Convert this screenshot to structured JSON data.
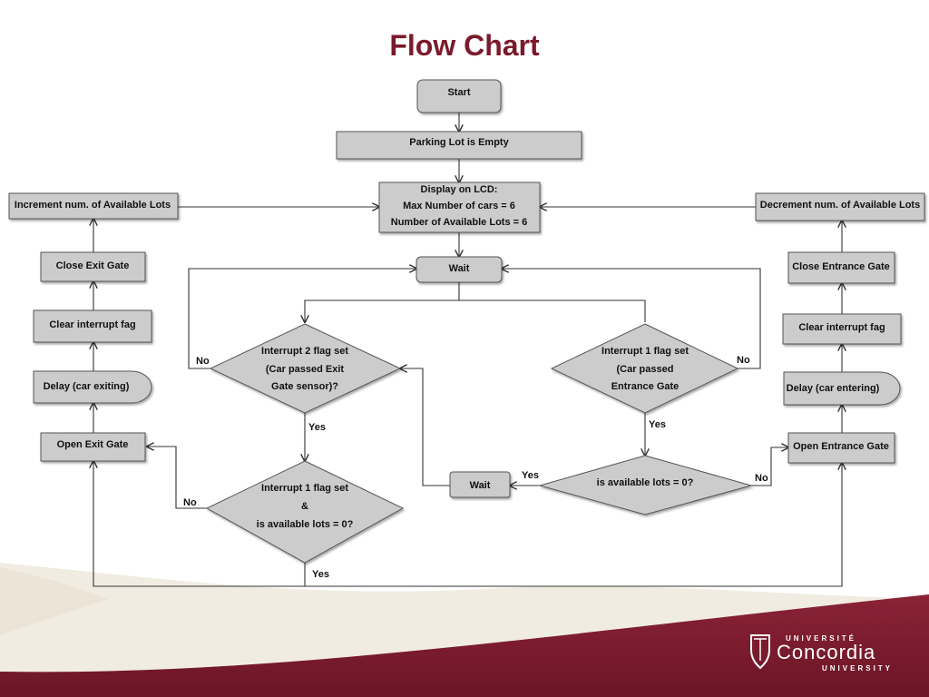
{
  "slide": {
    "title": "Flow Chart",
    "colors": {
      "title": "#7b1a2c",
      "maroon": "#7b1a2c",
      "node_fill": "#cccccc",
      "node_stroke": "#555555",
      "edge": "#333333"
    }
  },
  "flowchart": {
    "nodes": {
      "start": "Start",
      "empty": "Parking Lot is Empty",
      "lcd_1": "Display on LCD:",
      "lcd_2": "Max Number of cars = 6",
      "lcd_3": "Number of Available Lots = 6",
      "inc": "Increment num. of Available Lots",
      "dec": "Decrement num. of Available Lots",
      "wait_top": "Wait",
      "close_exit": "Close Exit Gate",
      "close_entrance": "Close Entrance Gate",
      "clear_left": "Clear interrupt fag",
      "clear_right": "Clear interrupt fag",
      "delay_exit": "Delay (car exiting)",
      "delay_entering": "Delay (car entering)",
      "open_exit": "Open Exit Gate",
      "open_entrance": "Open Entrance Gate",
      "int2_1": "Interrupt 2 flag set",
      "int2_2": "(Car passed Exit",
      "int2_3": "Gate sensor)?",
      "int1_1": "Interrupt 1 flag set",
      "int1_2": "(Car passed",
      "int1_3": "Entrance Gate",
      "comb_1": "Interrupt 1 flag set",
      "comb_2": "&",
      "comb_3": "is available lots = 0?",
      "avail": "is available lots = 0?",
      "wait_mid": "Wait"
    },
    "edge_labels": {
      "int2_no": "No",
      "int1_no": "No",
      "int2_yes": "Yes",
      "int1_yes": "Yes",
      "avail_yes": "Yes",
      "avail_no": "No",
      "comb_no": "No",
      "comb_yes": "Yes"
    }
  },
  "logo": {
    "top": "UNIVERSITÉ",
    "main": "Concordia",
    "bottom": "UNIVERSITY"
  }
}
